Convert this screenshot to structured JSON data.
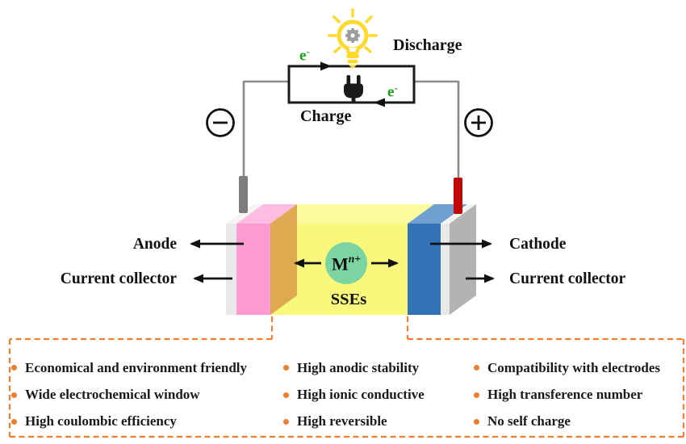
{
  "circuit": {
    "discharge_label": "Discharge",
    "charge_label": "Charge",
    "electron_top": {
      "base": "e",
      "sup": "-"
    },
    "electron_bottom": {
      "base": "e",
      "sup": "-"
    },
    "negative_terminal_symbol": "−",
    "positive_terminal_symbol": "+"
  },
  "battery": {
    "anode_label": "Anode",
    "cathode_label": "Cathode",
    "left_collector_label": "Current collector",
    "right_collector_label": "Current collector",
    "electrolyte_label": "SSEs",
    "ion": {
      "base": "M",
      "sup": "n+"
    }
  },
  "features": {
    "col1": [
      "Economical and environment friendly",
      "Wide electrochemical window",
      "High coulombic efficiency"
    ],
    "col2": [
      "High anodic stability",
      "High ionic conductive",
      "High reversible"
    ],
    "col3": [
      "Compatibility with electrodes",
      "High transference number",
      "No self charge"
    ]
  },
  "colors": {
    "anode_pink": "#fb9bd2",
    "anode_side_orange": "#dea64e",
    "electrolyte_yellow": "#f8f87d",
    "cathode_blue": "#3273b6",
    "collector_gray": "#b3b3b3",
    "ion_green": "#7cd4a1",
    "electron_green": "#12a312",
    "dashed_box_orange": "#f07e2e",
    "bullet_orange": "#ed7d31",
    "bulb_yellow": "#ffd930",
    "negative_rod_gray": "#7d7d7d",
    "positive_rod_red": "#c00808",
    "wire_gray": "#8a8a8a"
  }
}
